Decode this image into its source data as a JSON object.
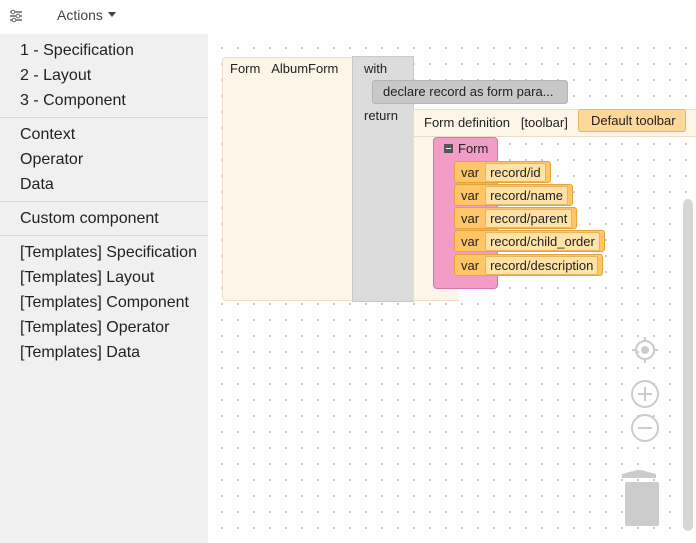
{
  "toolbar": {
    "actions_label": "Actions",
    "settings_icon": "gear-sliders-icon"
  },
  "sidebar": {
    "groups": [
      [
        "1 - Specification",
        "2 - Layout",
        "3 - Component"
      ],
      [
        "Context",
        "Operator",
        "Data"
      ],
      [
        "Custom component"
      ],
      [
        "[Templates] Specification",
        "[Templates] Layout",
        "[Templates] Component",
        "[Templates] Operator",
        "[Templates] Data"
      ]
    ]
  },
  "workspace": {
    "form_label": "Form",
    "form_name": "AlbumForm",
    "with_label": "with",
    "return_label": "return",
    "declare_label": "declare record as form para...",
    "form_definition_label": "Form definition",
    "toolbar_param_label": "[toolbar]",
    "default_toolbar_label": "Default toolbar",
    "inner_form_label": "Form",
    "var_label": "var",
    "vars": [
      "record/id",
      "record/name",
      "record/parent",
      "record/child_order",
      "record/description"
    ]
  },
  "colors": {
    "sidebar_bg": "#f0f0f0",
    "form_block": "#fdf6e8",
    "with_block": "#dcdcdc",
    "pink_form": "#f39cc8",
    "var_block": "#ffc566",
    "toolbar_block": "#ffd799"
  }
}
